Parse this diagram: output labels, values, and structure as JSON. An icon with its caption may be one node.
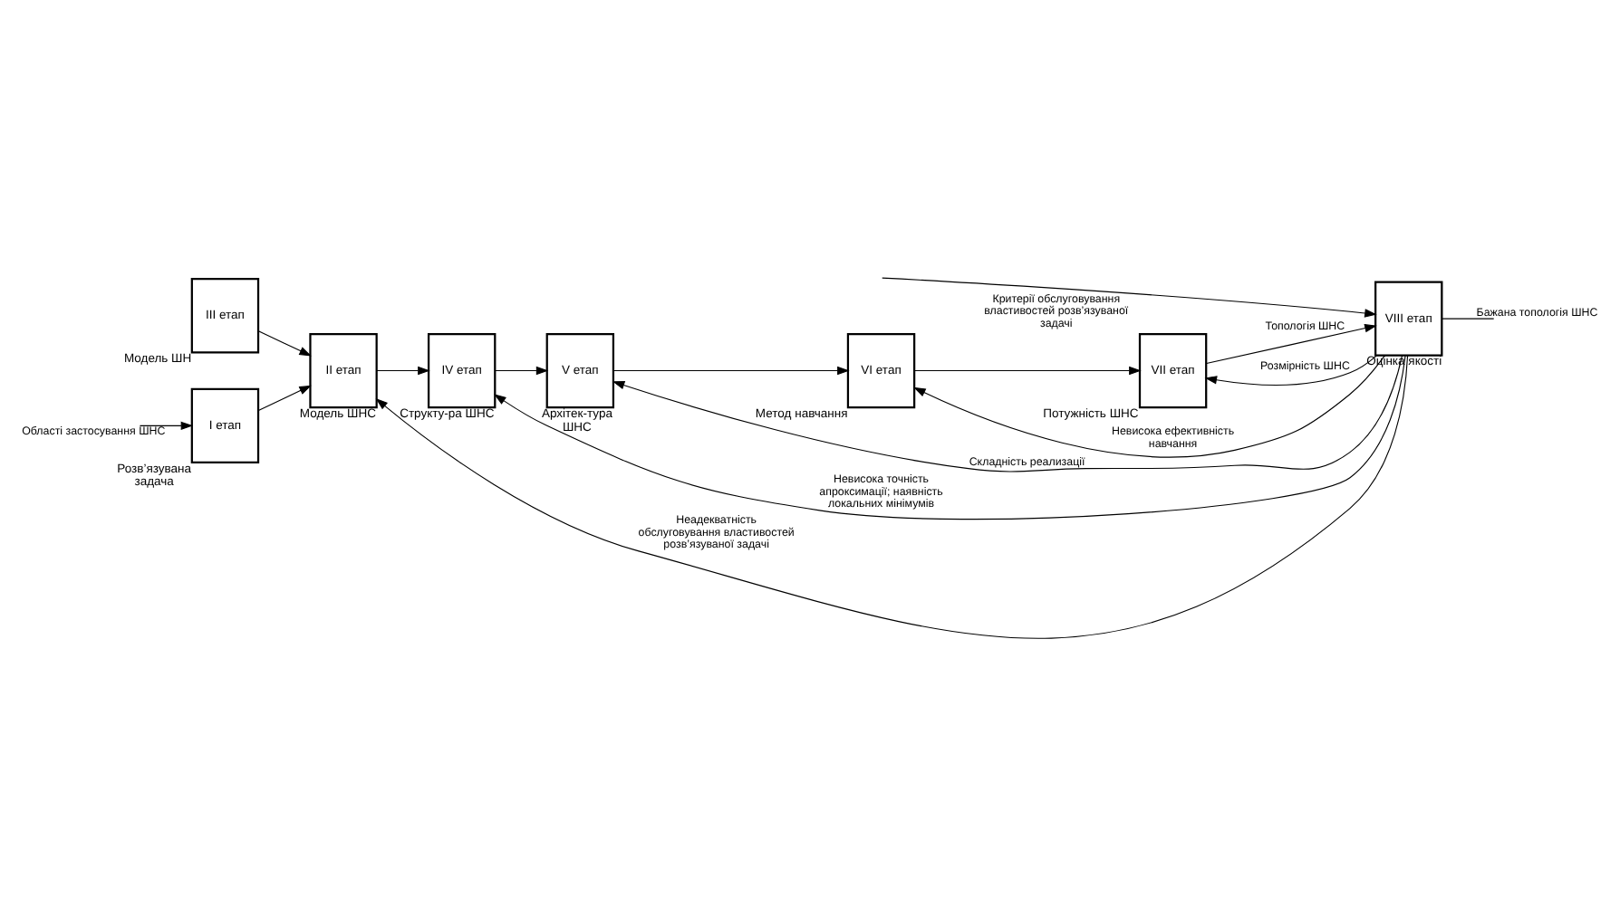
{
  "diagram": {
    "nodes": [
      {
        "text": [
          "I етап"
        ],
        "beside": [
          "Розв’язувана задача"
        ]
      },
      {
        "text": [
          "II етап"
        ],
        "beside": [
          "Модель ШНС"
        ]
      },
      {
        "text": [
          "III етап"
        ],
        "beside": [
          "Модель ШН"
        ]
      },
      {
        "text": [
          "IV етап"
        ],
        "beside": [
          "Структу-ра ШНС"
        ]
      },
      {
        "text": [
          "V етап"
        ],
        "beside": [
          "Архітек-тура ШНС"
        ]
      },
      {
        "text": [
          "VI етап"
        ],
        "beside": [
          "Метод навчання"
        ]
      },
      {
        "text": [
          "VII етап"
        ],
        "beside": [
          "Потужність ШНС"
        ]
      },
      {
        "text": [
          "VIII етап"
        ],
        "beside": [
          "Оцінка якості"
        ]
      }
    ],
    "edges": [
      {
        "from": null,
        "to": 0,
        "arrow": "to",
        "label": "Області застосування ШНС"
      },
      {
        "from": 0,
        "to": 1,
        "arrow": "to"
      },
      {
        "from": 2,
        "to": 1,
        "arrow": "to"
      },
      {
        "from": 1,
        "to": 3,
        "arrow": "to"
      },
      {
        "from": 3,
        "to": 4,
        "arrow": "to"
      },
      {
        "from": 4,
        "to": 5,
        "arrow": "to"
      },
      {
        "from": 5,
        "to": 6,
        "arrow": "to"
      },
      {
        "from": 6,
        "to": 7,
        "arrow": "to",
        "label": "Топологія ШНС"
      },
      {
        "from": null,
        "to": 7,
        "arrow": "to",
        "label": "Критерії обслуговування властивостей розв’язуваної задачі"
      },
      {
        "from": 7,
        "to": null,
        "arrow": "none",
        "label": "Бажана топологія ШНС"
      },
      {
        "from": 7,
        "to": 1,
        "arrow": "to",
        "label": "Неадекватність обслуговування властивостей розв’язуваної задачі"
      },
      {
        "from": 7,
        "to": 3,
        "arrow": "to",
        "label": "Невисока точність апроксимації; наявність локальних мінімумів"
      },
      {
        "from": 7,
        "to": 4,
        "arrow": "to",
        "label": "Складність реализації"
      },
      {
        "from": 7,
        "to": 5,
        "arrow": "to",
        "label": "Невисока ефективність навчання"
      },
      {
        "from": 7,
        "to": 6,
        "arrow": "to",
        "label": "Розмірність ШНС"
      }
    ]
  }
}
